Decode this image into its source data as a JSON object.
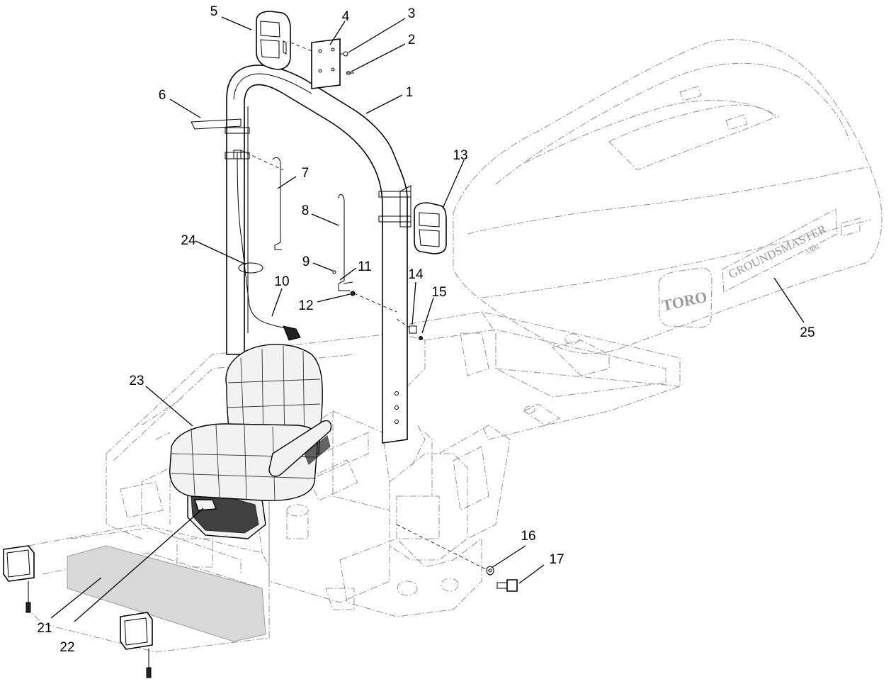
{
  "brand": {
    "logo_text": "TORO",
    "model_text": "GROUNDSMASTER",
    "model_number": "3300"
  },
  "callouts": [
    {
      "id": "1",
      "label": "1"
    },
    {
      "id": "2",
      "label": "2"
    },
    {
      "id": "3",
      "label": "3"
    },
    {
      "id": "4",
      "label": "4"
    },
    {
      "id": "5",
      "label": "5"
    },
    {
      "id": "6",
      "label": "6"
    },
    {
      "id": "7",
      "label": "7"
    },
    {
      "id": "8",
      "label": "8"
    },
    {
      "id": "9",
      "label": "9"
    },
    {
      "id": "10",
      "label": "10"
    },
    {
      "id": "11",
      "label": "11"
    },
    {
      "id": "12",
      "label": "12"
    },
    {
      "id": "13",
      "label": "13"
    },
    {
      "id": "14",
      "label": "14"
    },
    {
      "id": "15",
      "label": "15"
    },
    {
      "id": "16",
      "label": "16"
    },
    {
      "id": "17",
      "label": "17"
    },
    {
      "id": "21",
      "label": "21"
    },
    {
      "id": "22",
      "label": "22"
    },
    {
      "id": "23",
      "label": "23"
    },
    {
      "id": "24",
      "label": "24"
    },
    {
      "id": "25",
      "label": "25"
    }
  ]
}
